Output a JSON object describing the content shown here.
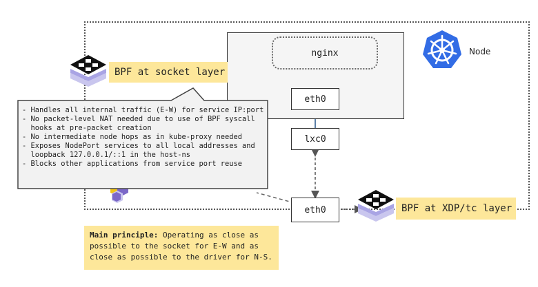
{
  "node": {
    "label": "Node"
  },
  "pod": {
    "app_label": "nginx",
    "eth0_label": "eth0"
  },
  "lxc0_label": "lxc0",
  "host_eth0_label": "eth0",
  "bpf_socket_label": "BPF at socket layer",
  "bpf_xdp_label": "BPF at XDP/tc layer",
  "callout": {
    "lines": [
      "- Handles all internal traffic (E-W) for service IP:port",
      "- No packet-level NAT needed due to use of BPF syscall",
      "  hooks at pre-packet creation",
      "- No intermediate node hops as in kube-proxy needed",
      "- Exposes NodePort services to all local addresses and",
      "  loopback 127.0.0.1/::1 in the host-ns",
      "- Blocks other applications from service port reuse"
    ]
  },
  "principle": {
    "title": "Main principle:",
    "lines": [
      " Operating as close as",
      "possible to the socket for E-W and as",
      "close as possible to the driver for N-S."
    ]
  },
  "colors": {
    "yellow": "#fde79a",
    "kube_blue": "#326ce5",
    "ebpf_lavender": "#c9c6ee",
    "callout_bg": "#f2f2f2"
  }
}
